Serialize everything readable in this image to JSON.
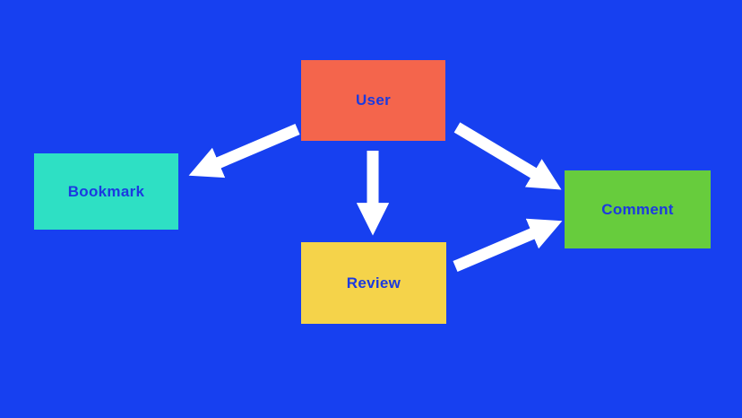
{
  "diagram": {
    "title": "",
    "background_color": "#1740F0",
    "arrow_color": "#FFFFFF",
    "label_color": "#1B3AE0",
    "nodes": [
      {
        "id": "user",
        "label": "User",
        "color": "#F4654C"
      },
      {
        "id": "bookmark",
        "label": "Bookmark",
        "color": "#2EE0C4"
      },
      {
        "id": "review",
        "label": "Review",
        "color": "#F5D34A"
      },
      {
        "id": "comment",
        "label": "Comment",
        "color": "#67CC3D"
      }
    ],
    "edges": [
      {
        "from": "user",
        "to": "bookmark"
      },
      {
        "from": "user",
        "to": "review"
      },
      {
        "from": "user",
        "to": "comment"
      },
      {
        "from": "review",
        "to": "comment"
      }
    ]
  }
}
